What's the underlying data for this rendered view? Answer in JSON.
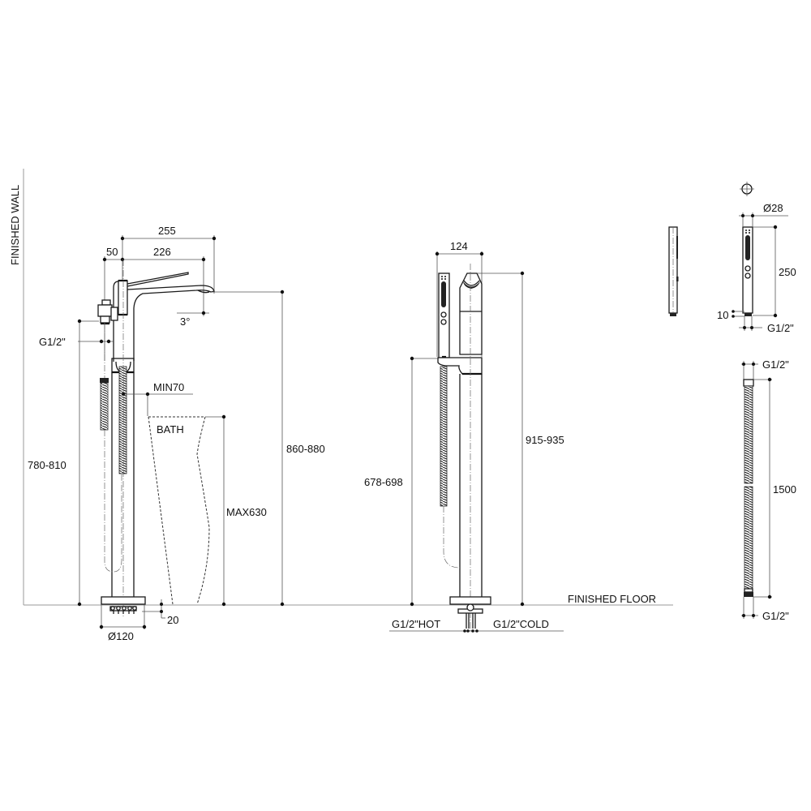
{
  "drawing": {
    "type": "technical-installation-drawing",
    "subject": "Freestanding bath mixer with hand shower",
    "line_color": "#111111",
    "background": "#ffffff"
  },
  "reference_lines": {
    "finished_wall": "FINISHED WALL",
    "finished_floor": "FINISHED FLOOR"
  },
  "side_view": {
    "dim_spout_reach_total": "255",
    "dim_offset_inlet": "50",
    "dim_spout_reach": "226",
    "dim_angle": "3°",
    "dim_thread": "G1/2\"",
    "dim_min_clearance": "MIN70",
    "bath_label": "BATH",
    "dim_bath_height": "MAX630",
    "dim_handshower_height": "780-810",
    "dim_spout_height": "860-880",
    "dim_base_below_floor": "20",
    "dim_base_diameter": "Ø120"
  },
  "front_view": {
    "dim_width": "124",
    "dim_handshower_holder_height": "678-698",
    "dim_total_height": "915-935",
    "hot_inlet": "G1/2\"HOT",
    "cold_inlet": "G1/2\"COLD"
  },
  "handshower_detail": {
    "dim_diameter": "Ø28",
    "dim_length": "250",
    "dim_thread_length": "10",
    "dim_thread": "G1/2\""
  },
  "hose_detail": {
    "dim_top_thread": "G1/2\"",
    "dim_length": "1500",
    "dim_bottom_thread": "G1/2\""
  }
}
